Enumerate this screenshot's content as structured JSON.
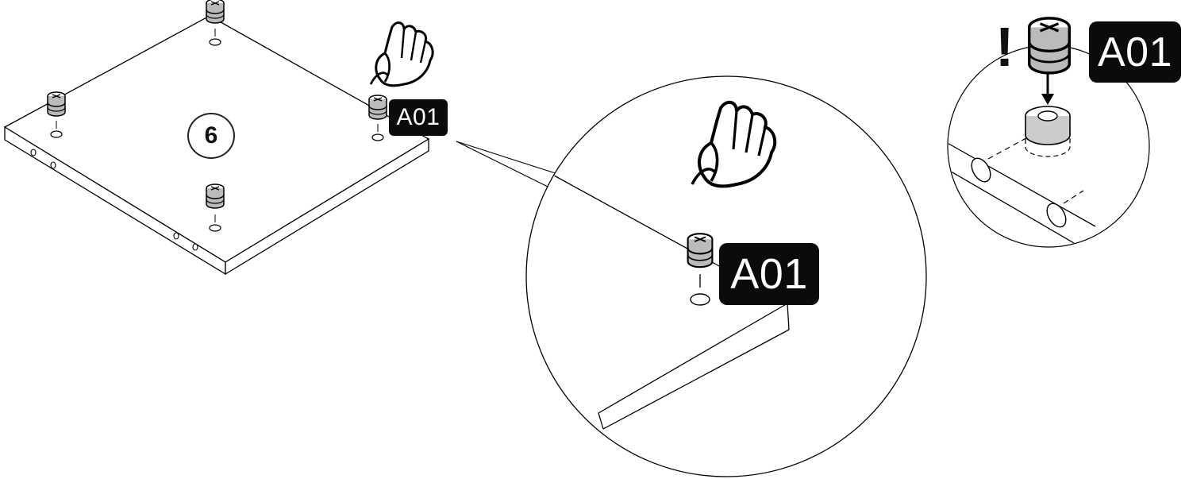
{
  "step": {
    "number": "6"
  },
  "part": {
    "code": "A01"
  },
  "warning": {
    "symbol": "!"
  },
  "icons": [
    "hand-press-icon",
    "cam-lock-fitting-icon",
    "step-number-badge",
    "attention-icon"
  ],
  "colors": {
    "line": "#000000",
    "label_bg": "#0b0b0b",
    "label_text": "#ffffff",
    "background": "#ffffff"
  }
}
